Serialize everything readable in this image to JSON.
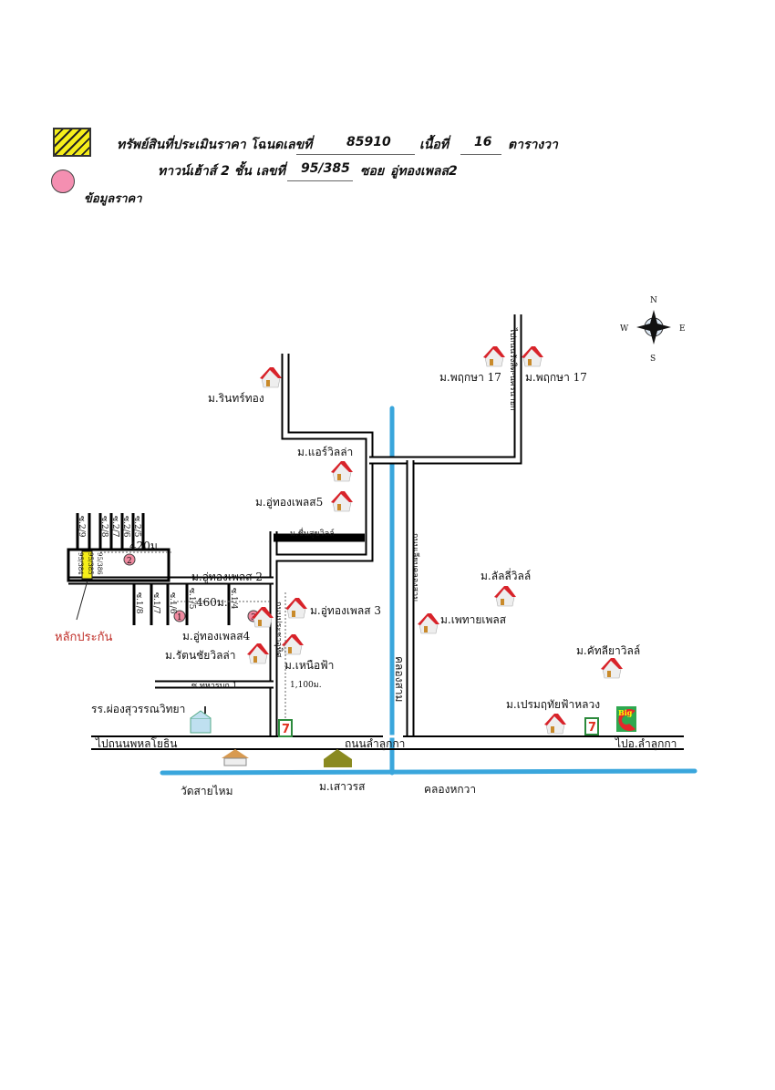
{
  "legend": {
    "subject_property": {
      "icon": "yellow-hatched-square",
      "color": "#f5ee1a",
      "line1_prefix": "ทรัพย์สินที่ประเมินราคา โฉนดเลขที่",
      "deed_no": "85910",
      "area_label": "เนื้อที่",
      "area_value": "16",
      "area_unit": "ตารางวา",
      "line2_prefix": "ทาวน์เฮ้าส์ 2 ชั้น  เลขที่",
      "house_no": "95/385",
      "soi_label": "ซอย",
      "soi_value": "อู่ทองเพลส2"
    },
    "price_data": {
      "icon": "pink-circle",
      "color": "#f48fb1",
      "label": "ข้อมูลราคา"
    }
  },
  "compass": {
    "n": "N",
    "s": "S",
    "e": "E",
    "w": "W"
  },
  "map": {
    "villages": {
      "rinthong": "ม.รินทร์ทอง",
      "pruksa_a": "ม.พฤกษา 17",
      "pruksa_b": "ม.พฤกษา 17",
      "air_villa": "ม.แอร์วิลล่า",
      "uthong5": "ม.อู่ทองเพลส5",
      "chuensuk": "ม.ชื่นสุขวิลล์",
      "uthong2": "ม.อู่ทองเพลส 2",
      "uthong3": "ม.อู่ทองเพลส 3",
      "uthong4": "ม.อู่ทองเพลส4",
      "rattanachai": "ม.รัตนชัยวิลล่า",
      "nuea_fa": "ม.เหนือฟ้า",
      "lalli": "ม.ลัลลี่วิลล์",
      "phetai": "ม.เพทายเพลส",
      "kanthalia": "ม.คัทลียาวิลล์",
      "prem": "ม.เปรมฤทัยฟ้าหลวง",
      "saowarot": "ม.เสาวรส"
    },
    "sois": {
      "s2_9": "ซ.2/9",
      "s2_8": "ซ.2/8",
      "s2_7": "ซ.2/7",
      "s2_6": "ซ.2/6",
      "s2_5": "ซ.2/5",
      "s1_8": "ซ.1/8",
      "s1_7": "ซ.1/7",
      "s1_6": "ซ.1/6",
      "s1_5": "ซ.1/5",
      "s1_4": "ซ.1/4",
      "thahan": "ซ.ทหารบก 1",
      "house_a": "95/384",
      "house_b": "95/385",
      "house_c": "95/386"
    },
    "roads": {
      "phahon": "ไปถนนพหลโยธิน",
      "lamlukka": "ถนนลำลูกกา",
      "to_lamlukka": "ไปอ.ลำลูกกา",
      "khlong_road": "ถนนเลียบคลองสาม",
      "pracha_uthit": "ถนนประชาอุทิศ",
      "nimit": "ไปถนนรังสิต-นครนายก"
    },
    "distances": {
      "d420": "420ม.",
      "d460": "460ม.",
      "d1100": "1,100ม."
    },
    "canals": {
      "khlong_sam": "คลองสาม",
      "khlong_hok_wa": "คลองหกวา"
    },
    "places": {
      "school": "รร.ผ่องสุวรรณวิทยา",
      "temple": "วัดสายไหม",
      "collateral": "หลักประกัน",
      "bigc": "Big",
      "seven": "7"
    },
    "markers": [
      "1",
      "2",
      "3"
    ]
  },
  "colors": {
    "canal": "#3aa6dc",
    "house_roof": "#d8232a",
    "collateral_label": "#c0302a",
    "marker": "#f08aa0",
    "bigc": "#e5262b",
    "bigc_bg": "#2fa84f"
  }
}
